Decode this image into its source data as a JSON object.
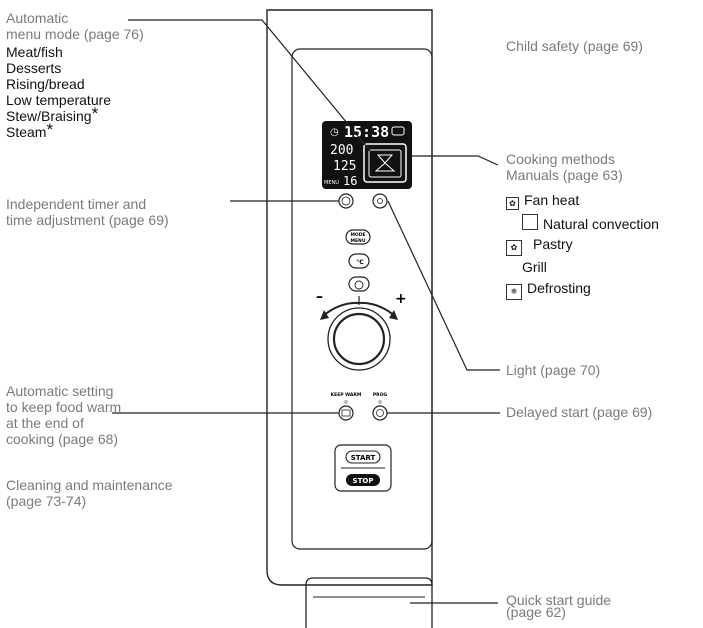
{
  "labels": {
    "auto_menu_line1": "Automatic",
    "auto_menu_line2": "menu mode (page 76)",
    "menu_items": [
      "Meat/fish",
      "Desserts",
      "Rising/bread",
      "Low temperature",
      "Stew/Braising",
      "Steam"
    ],
    "menu_items_starred": [
      false,
      false,
      false,
      false,
      true,
      true
    ],
    "star": "*",
    "timer_line1": "Independent timer and",
    "timer_line2": "time adjustment (page 69)",
    "keepwarm_line1": "Automatic setting",
    "keepwarm_line2": "to keep food warm",
    "keepwarm_line3": "at the end of",
    "keepwarm_line4": "cooking (page 68)",
    "cleaning_line1": "Cleaning and maintenance",
    "cleaning_line2": "(page 73-74)",
    "child_safety": "Child safety (page 69)",
    "cooking_line1": "Cooking methods",
    "cooking_line2": "Manuals (page 63)",
    "method_fan": "Fan heat",
    "method_natural": "Natural convection",
    "method_pastry": "Pastry",
    "method_grill": "Grill",
    "method_defrost": "Defrosting",
    "light": "Light (page 70)",
    "delayed_start": "Delayed start  (page 69)",
    "quick_start_line1": "Quick start guide",
    "quick_start_line2": "(page 62)"
  },
  "panel": {
    "display_time": "15:38",
    "display_temp1": "200",
    "display_temp2": "125",
    "display_menu_label": "MENU",
    "display_menu_num": "16",
    "mode_btn_line1": "MODE",
    "mode_btn_line2": "MENU",
    "temp_btn": "°C",
    "minus": "–",
    "plus": "+",
    "keep_warm_label": "KEEP WARM",
    "prog_label": "PROG",
    "start_label": "START",
    "stop_label": "STOP"
  },
  "colors": {
    "label_gray": "#7a7a7a",
    "label_dark": "#111111",
    "lcd_bg": "#111111",
    "lcd_fg": "#ffffff",
    "line": "#222222"
  }
}
